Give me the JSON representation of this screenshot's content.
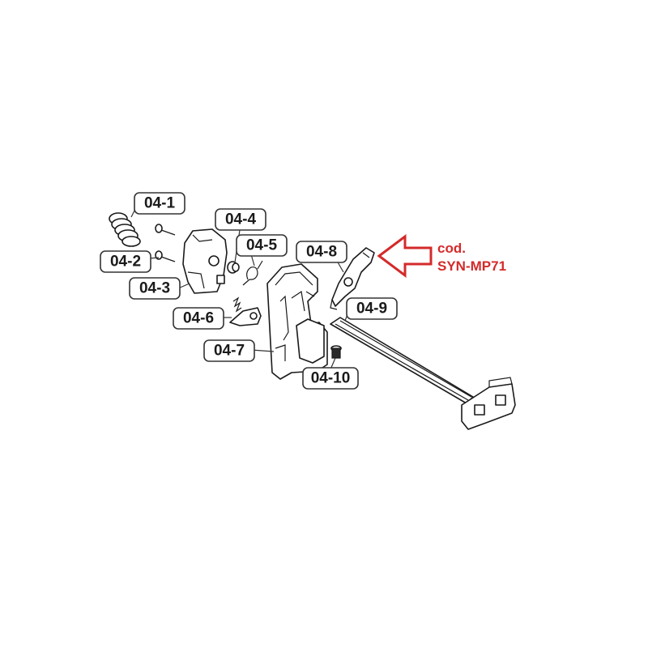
{
  "labels": {
    "l041": "04-1",
    "l042": "04-2",
    "l043": "04-3",
    "l044": "04-4",
    "l045": "04-5",
    "l046": "04-6",
    "l047": "04-7",
    "l048": "04-8",
    "l049": "04-9",
    "l0410": "04-10"
  },
  "callout": {
    "line1": "cod.",
    "line2": "SYN-MP71",
    "color": "#d42a2a"
  }
}
